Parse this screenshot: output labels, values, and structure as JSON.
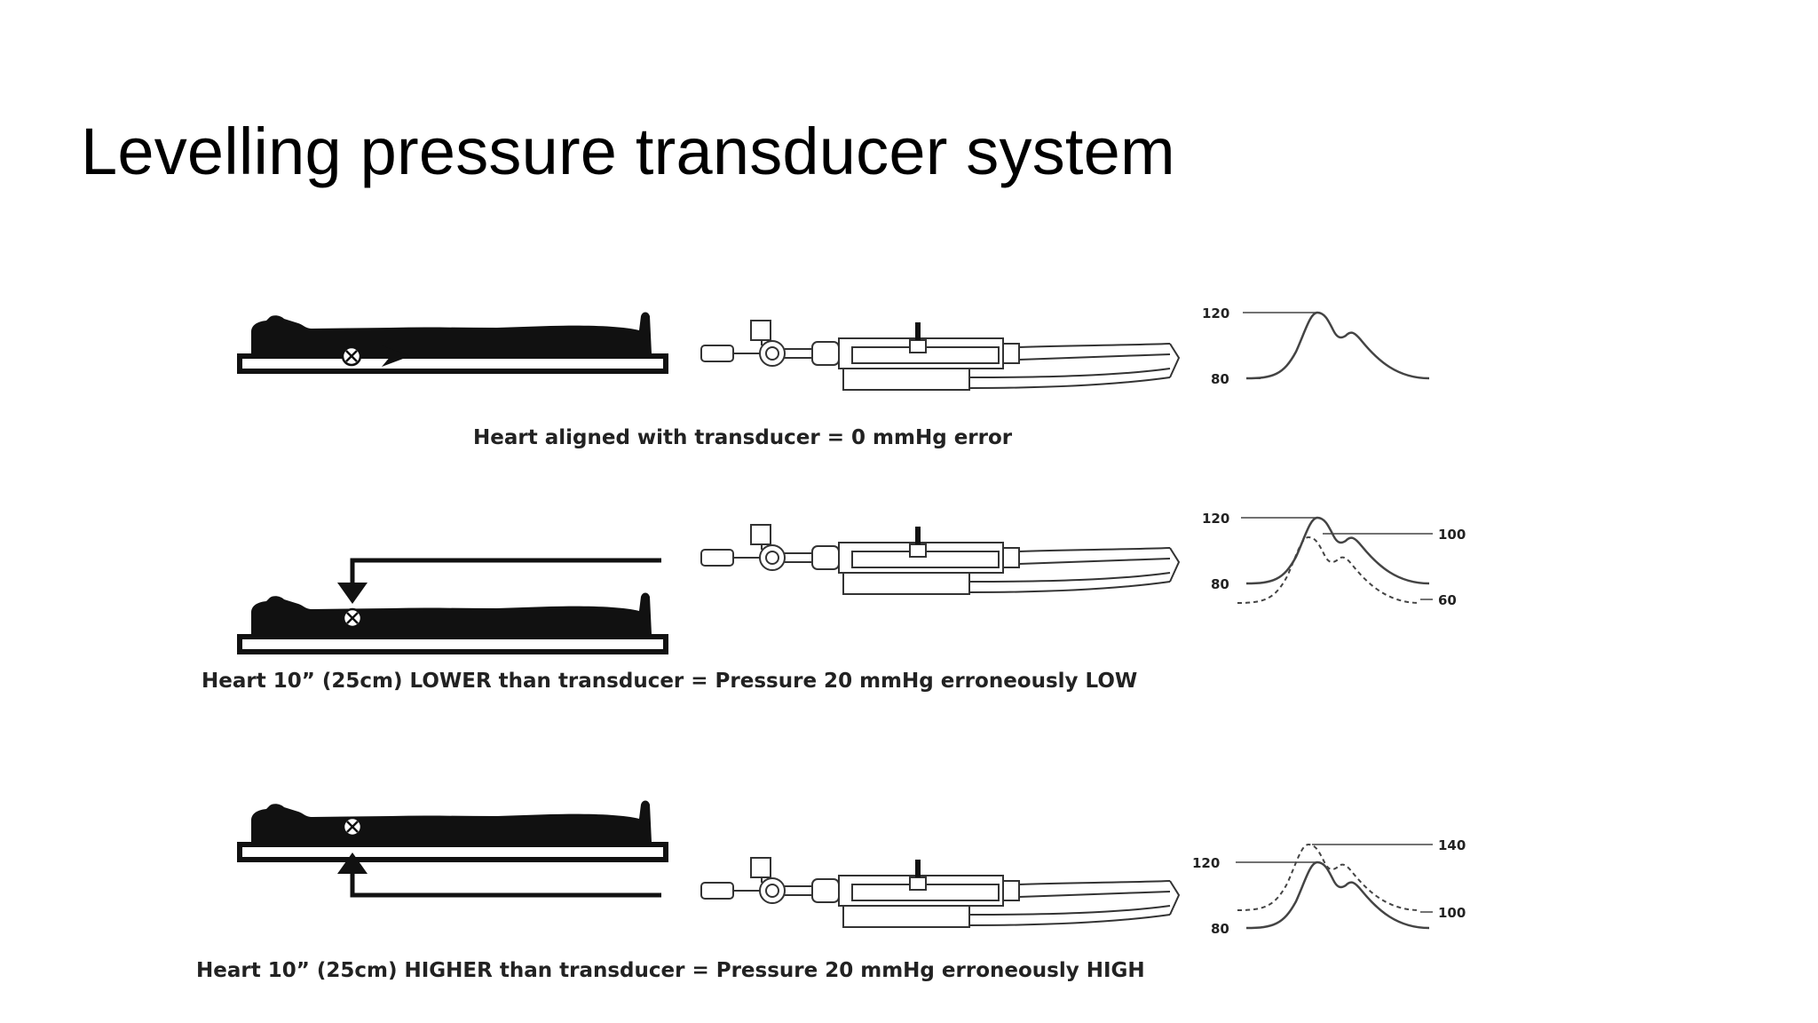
{
  "slide": {
    "title": "Levelling pressure transducer system"
  },
  "panels": [
    {
      "caption": "Heart aligned with transducer = 0 mmHg error",
      "ticks": {
        "high": "120",
        "low": "80"
      }
    },
    {
      "caption": "Heart 10” (25cm) LOWER than transducer = Pressure 20 mmHg erroneously LOW",
      "ticks": {
        "high": "120",
        "low": "80",
        "alt_high": "100",
        "alt_low": "60"
      }
    },
    {
      "caption": "Heart 10” (25cm) HIGHER than transducer = Pressure 20 mmHg erroneously HIGH",
      "ticks": {
        "high": "120",
        "low": "80",
        "alt_high": "140",
        "alt_low": "100"
      }
    }
  ],
  "icons": {
    "heart_marker": "circled-x-icon",
    "patient": "patient-silhouette-icon",
    "transducer": "pressure-transducer-icon",
    "arrow": "arrow-icon"
  },
  "colors": {
    "ink": "#111111",
    "line": "#444444",
    "background": "#ffffff"
  }
}
